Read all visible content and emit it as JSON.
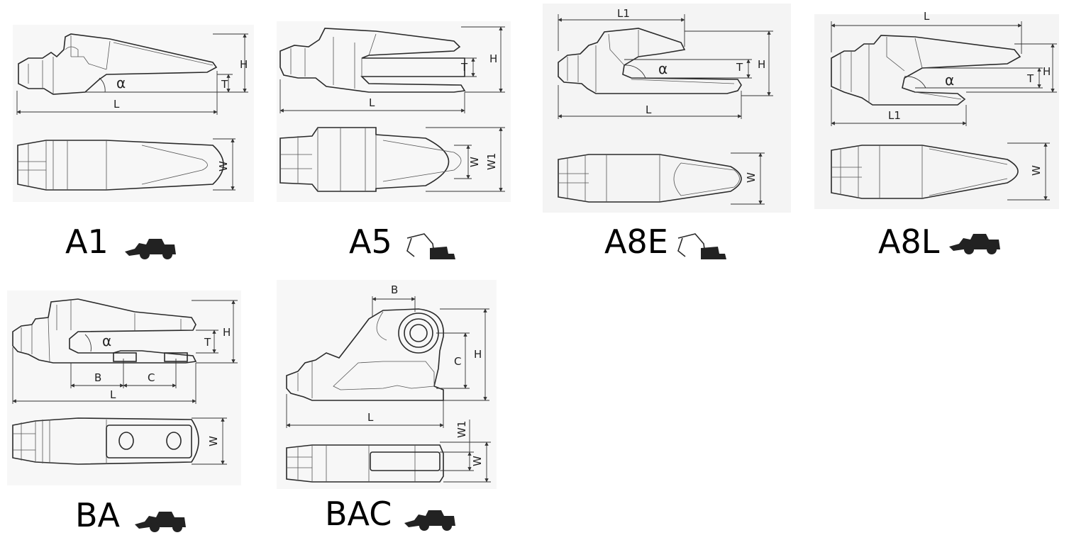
{
  "colors": {
    "line": "#2a2a2a",
    "panel": "#f4f4f4",
    "ink": "#000000"
  },
  "panels": [
    {
      "code": "A1",
      "machine_icon": "wheel-loader-icon",
      "labels": {
        "alpha": "α",
        "L": "L",
        "H": "H",
        "T": "T",
        "W": "W"
      }
    },
    {
      "code": "A5",
      "machine_icon": "excavator-icon",
      "labels": {
        "L": "L",
        "H": "H",
        "T": "T",
        "W": "W",
        "W1": "W1"
      }
    },
    {
      "code": "A8E",
      "machine_icon": "excavator-icon",
      "labels": {
        "alpha": "α",
        "L": "L",
        "L1": "L1",
        "H": "H",
        "T": "T",
        "W": "W"
      }
    },
    {
      "code": "A8L",
      "machine_icon": "wheel-loader-icon",
      "labels": {
        "alpha": "α",
        "L": "L",
        "L1": "L1",
        "H": "H",
        "T": "T",
        "W": "W"
      }
    },
    {
      "code": "BA",
      "machine_icon": "wheel-loader-icon",
      "labels": {
        "alpha": "α",
        "L": "L",
        "B": "B",
        "C": "C",
        "H": "H",
        "T": "T",
        "W": "W"
      }
    },
    {
      "code": "BAC",
      "machine_icon": "wheel-loader-icon",
      "labels": {
        "B": "B",
        "C": "C",
        "L": "L",
        "H": "H",
        "W": "W",
        "W1": "W1"
      }
    }
  ]
}
